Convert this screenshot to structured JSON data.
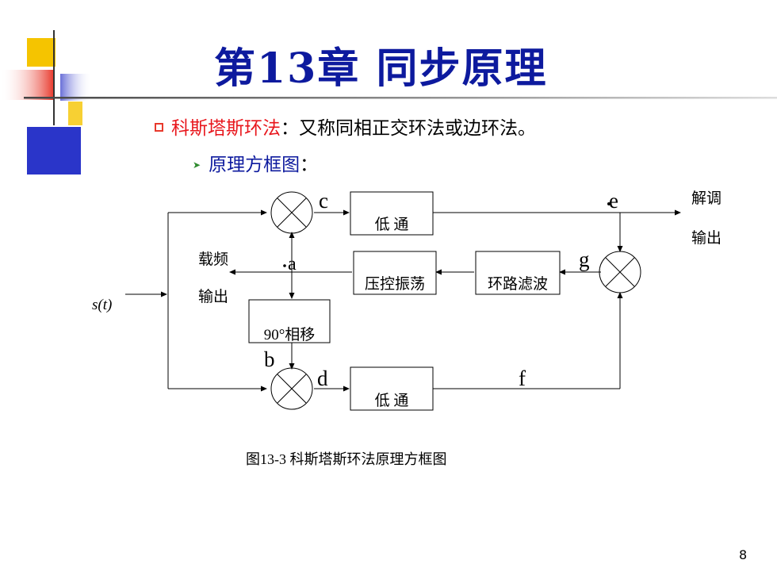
{
  "slide": {
    "title": "第13章 同步原理",
    "bullet1_highlight": "科斯塔斯环法",
    "bullet1_rest": "：又称同相正交环法或边环法。",
    "bullet2_label": "原理方框图",
    "bullet2_colon": "：",
    "page_number": "8"
  },
  "diagram": {
    "lowpass_top": "低 通",
    "lowpass_bottom": "低 通",
    "vco": "压控振荡",
    "loop_filter": "环路滤波",
    "phase_shift": "90°相移",
    "input_label": "s(t)",
    "carrier_out_line1": "载频",
    "carrier_out_line2": "输出",
    "demod_out_line1": "解调",
    "demod_out_line2": "输出",
    "point_a": "a",
    "point_b": "b",
    "point_c": "c",
    "point_d": "d",
    "point_e": "e",
    "point_f": "f",
    "point_g": "g",
    "caption": "图13-3 科斯塔斯环法原理方框图"
  },
  "colors": {
    "title": "#0d1a9e",
    "highlight_red": "#e8161c",
    "deco_yellow": "#f5c400",
    "deco_blue": "#2a35c9",
    "deco_red": "#e8392c"
  }
}
